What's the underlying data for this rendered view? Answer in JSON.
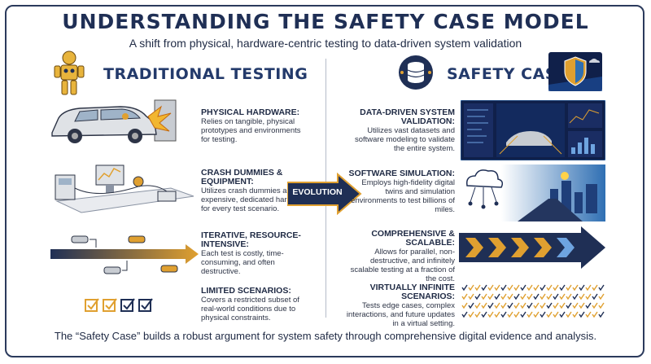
{
  "header": {
    "title": "UNDERSTANDING THE SAFETY CASE MODEL",
    "subtitle": "A shift from physical, hardware-centric testing to data-driven system validation"
  },
  "left": {
    "heading": "TRADITIONAL TESTING",
    "items": [
      {
        "title": "PHYSICAL HARDWARE:",
        "desc": "Relies on tangible, physical prototypes and environments for testing."
      },
      {
        "title": "CRASH DUMMIES & EQUIPMENT:",
        "desc": "Utilizes crash dummies and expensive, dedicated hardware for every test scenario."
      },
      {
        "title": "ITERATIVE, RESOURCE-INTENSIVE:",
        "desc": "Each test is costly, time-consuming, and often destructive."
      },
      {
        "title": "LIMITED SCENARIOS:",
        "desc": "Covers a restricted subset of real-world conditions due to physical constraints."
      }
    ]
  },
  "center": {
    "arrow_label": "EVOLUTION"
  },
  "right": {
    "heading": "SAFETY CASE",
    "items": [
      {
        "title": "DATA-DRIVEN SYSTEM VALIDATION:",
        "desc": "Utilizes vast datasets and software modeling to validate the entire system."
      },
      {
        "title": "SOFTWARE SIMULATION:",
        "desc": "Employs high-fidelity digital twins and simulation environments to test billions of miles."
      },
      {
        "title": "COMPREHENSIVE & SCALABLE:",
        "desc": "Allows for parallel, non-destructive, and infinitely scalable testing at a fraction of the cost."
      },
      {
        "title": "VIRTUALLY INFINITE SCENARIOS:",
        "desc": "Tests edge cases, complex interactions, and future updates in a virtual setting."
      }
    ]
  },
  "footer": {
    "text": "The “Safety Case” builds a robust argument for system safety through comprehensive digital evidence and analysis."
  },
  "colors": {
    "navy": "#1f2f55",
    "gold": "#e0a030",
    "blue": "#2f6fb3"
  }
}
